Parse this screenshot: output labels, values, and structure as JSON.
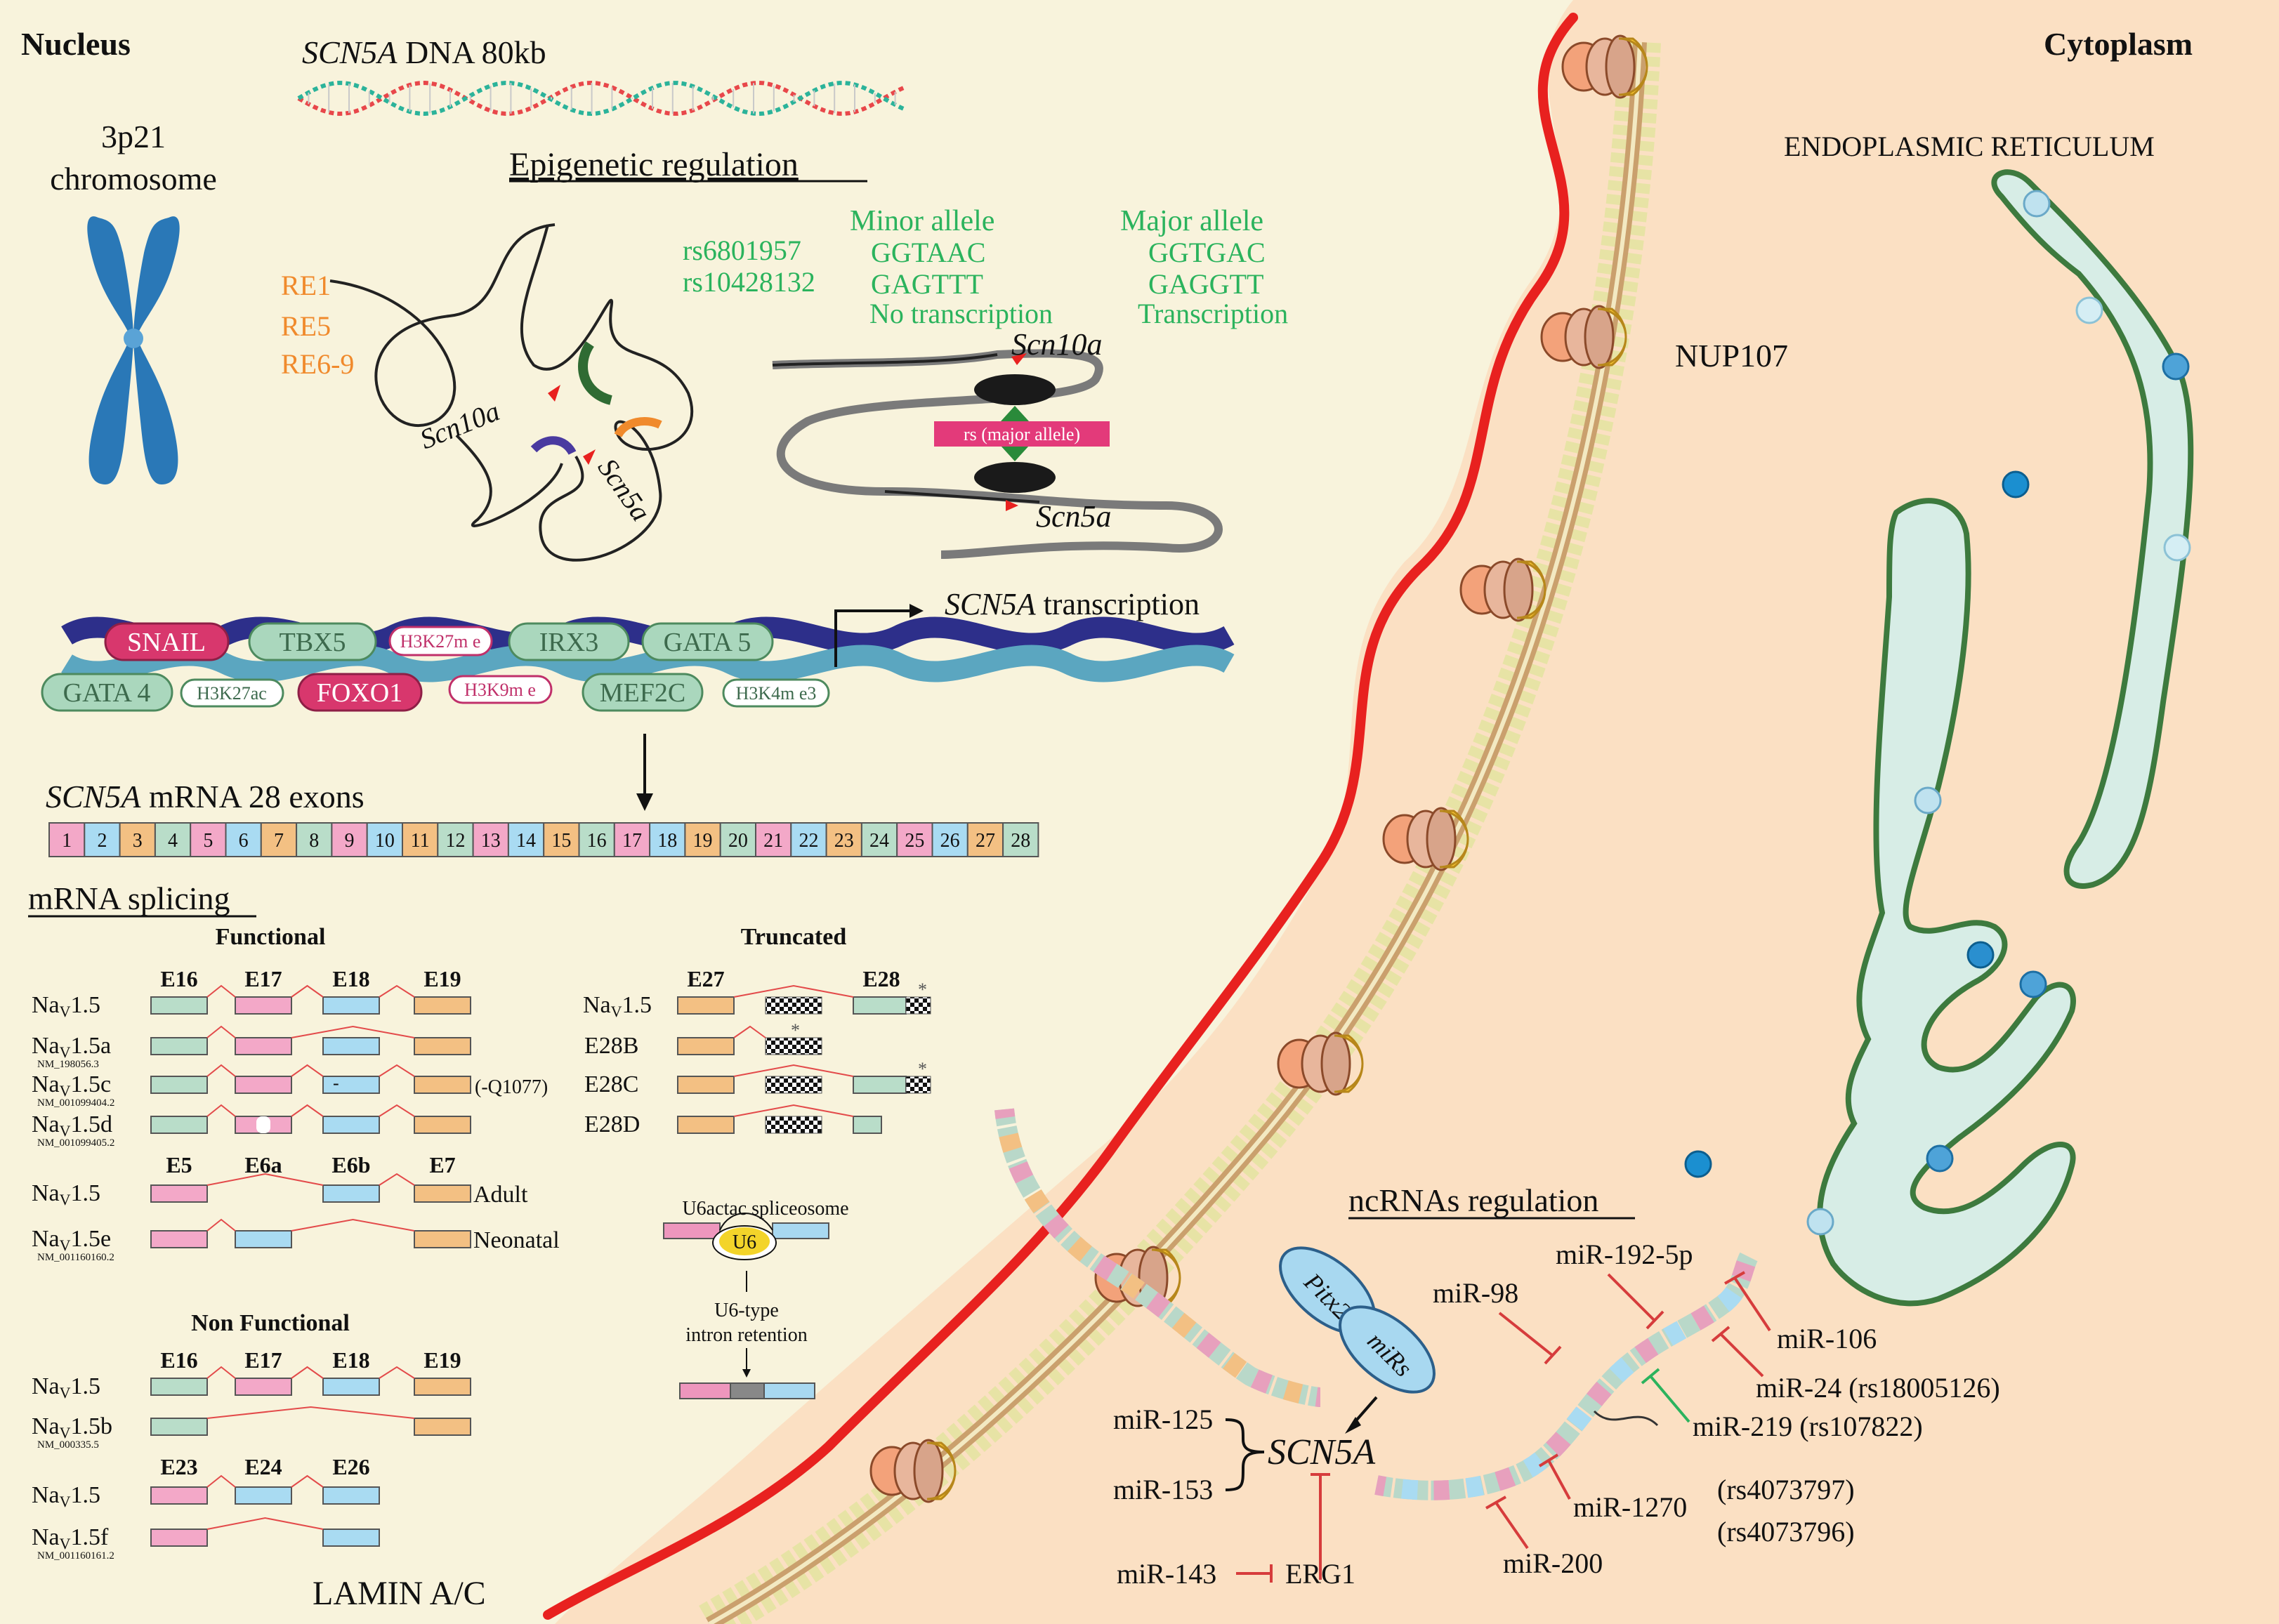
{
  "labels": {
    "nucleus": "Nucleus",
    "cytoplasm": "Cytoplasm",
    "dna_gene": "SCN5A",
    "dna_size": " DNA 80kb",
    "chromosome_line1": "3p21",
    "chromosome_line2": "chromosome",
    "epigenetic": "Epigenetic regulation",
    "re": [
      "RE1",
      "RE5",
      "RE6-9"
    ],
    "scn10a": "Scn10a",
    "scn5a": "Scn5a",
    "snps": [
      "rs6801957",
      "rs10428132"
    ],
    "minor_allele": [
      "Minor allele",
      "GGTAAC",
      "GAGTTT",
      "No transcription"
    ],
    "major_allele": [
      "Major allele",
      "GGTGAC",
      "GAGGTT",
      "Transcription"
    ],
    "rs_box": "rs (major allele)",
    "transcription_gene": "SCN5A",
    "transcription_rest": " transcription",
    "mrna_gene": "SCN5A",
    "mrna_rest": " mRNA 28 exons",
    "mrna_splicing": "mRNA splicing",
    "functional": "Functional",
    "truncated": "Truncated",
    "non_functional": "Non Functional",
    "nup107": "NUP107",
    "er": "ENDOPLASMIC RETICULUM",
    "lamin": "LAMIN A/C",
    "ncrna": "ncRNAs regulation",
    "pitx2": "Pitx2",
    "mirs": "miRs",
    "scn5a_central": "SCN5A",
    "erg1": "ERG1",
    "u6actac": "U6actac spliceosome",
    "u6": "U6",
    "u6type_line1": "U6-type",
    "u6type_line2": "intron retention"
  },
  "transcription_factors": {
    "top": [
      "SNAIL",
      "TBX5",
      "H3K27m e",
      "IRX3",
      "GATA 5"
    ],
    "bottom": [
      "GATA 4",
      "H3K27ac",
      "FOXO1",
      "H3K9m e",
      "MEF2C",
      "H3K4m e3"
    ]
  },
  "exons": [
    "1",
    "2",
    "3",
    "4",
    "5",
    "6",
    "7",
    "8",
    "9",
    "10",
    "11",
    "12",
    "13",
    "14",
    "15",
    "16",
    "17",
    "18",
    "19",
    "20",
    "21",
    "22",
    "23",
    "24",
    "25",
    "26",
    "27",
    "28"
  ],
  "functional": {
    "headers": [
      "E16",
      "E17",
      "E18",
      "E19"
    ],
    "rows": [
      {
        "name": "Nav1.5",
        "acc": ""
      },
      {
        "name": "Nav1.5a",
        "acc": "NM_198056.3"
      },
      {
        "name": "Nav1.5c",
        "acc": "NM_001099404.2",
        "note": "(-Q1077)"
      },
      {
        "name": "Nav1.5d",
        "acc": "NM_001099405.2"
      }
    ],
    "headers2": [
      "E5",
      "E6a",
      "E6b",
      "E7"
    ],
    "rows2": [
      {
        "name": "Nav1.5",
        "acc": "",
        "note": "Adult"
      },
      {
        "name": "Nav1.5e",
        "acc": "NM_001160160.2",
        "note": "Neonatal"
      }
    ]
  },
  "truncated": {
    "headers": [
      "E27",
      "E28"
    ],
    "rows": [
      "Nav1.5",
      "E28B",
      "E28C",
      "E28D"
    ]
  },
  "nonfunctional": {
    "headers": [
      "E16",
      "E17",
      "E18",
      "E19"
    ],
    "rows": [
      {
        "name": "Nav1.5",
        "acc": ""
      },
      {
        "name": "Nav1.5b",
        "acc": "NM_000335.5"
      }
    ],
    "headers2": [
      "E23",
      "E24",
      "E26"
    ],
    "rows2": [
      {
        "name": "Nav1.5",
        "acc": ""
      },
      {
        "name": "Nav1.5f",
        "acc": "NM_001160161.2"
      }
    ]
  },
  "mirnas": {
    "mir192": "miR-192-5p",
    "mir98": "miR-98",
    "mir106": "miR-106",
    "mir24": "miR-24 (rs18005126)",
    "mir219": "miR-219 (rs107822)",
    "mir125": "miR-125",
    "mir153": "miR-153",
    "mir1270": "miR-1270",
    "rs4073797": "(rs4073797)",
    "rs4073796": "(rs4073796)",
    "mir200": "miR-200",
    "mir143": "miR-143"
  },
  "colors": {
    "nucleus_bg": "#f8f3dc",
    "cytoplasm_bg": "#fbe0c3",
    "snp_green": "#2bb35d",
    "re_orange": "#f08a2c",
    "membrane_red": "#e8211f",
    "chromosome_blue": "#2a78b7",
    "er_fill": "#d7ede6",
    "er_stroke": "#3d7a3e",
    "inhibit_red": "#d63c3c"
  }
}
